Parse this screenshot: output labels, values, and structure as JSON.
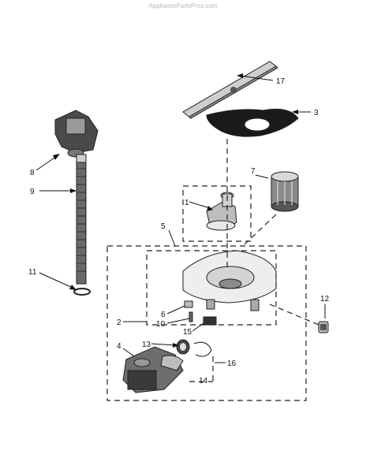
{
  "watermark": "AppliancePartsPros.com",
  "callouts": {
    "c1": "1",
    "c2": "2",
    "c3": "3",
    "c4": "4",
    "c5": "5",
    "c6": "6",
    "c7": "7",
    "c8": "8",
    "c9": "9",
    "c10": "10",
    "c11": "11",
    "c12": "12",
    "c13": "13",
    "c14": "14",
    "c15": "15",
    "c16": "16",
    "c17": "17"
  },
  "colors": {
    "ink": "#111111",
    "part_light": "#e6e6e6",
    "part_mid": "#9a9a9a",
    "part_dark": "#3a3a3a"
  }
}
